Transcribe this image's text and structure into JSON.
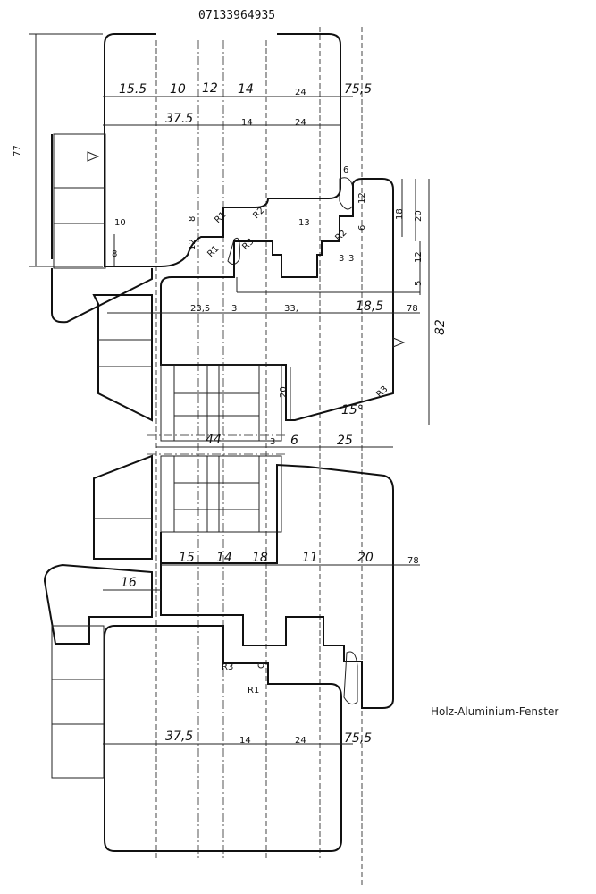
{
  "title": "Holz-Aluminium-Fenster",
  "phone_number": "07133964935",
  "dimensions": {
    "top_row1": [
      "15.5",
      "10",
      "12",
      "14",
      "24",
      "75,5"
    ],
    "top_row2": [
      "37.5",
      "14",
      "24"
    ],
    "overall_height": "77",
    "frame_small": [
      "10",
      "8",
      "8",
      "12",
      "6",
      "12",
      "18",
      "20",
      "6",
      "13",
      "3",
      "3",
      "12",
      "5"
    ],
    "middle_row": [
      "23,5",
      "3",
      "33,",
      "18,5",
      "78"
    ],
    "sash_height": "82",
    "sash_detail": [
      "20",
      "15°",
      "R3"
    ],
    "glass_row": [
      "44",
      "3",
      "6",
      "25"
    ],
    "lower_row": [
      "15",
      "14",
      "18",
      "11",
      "20",
      "78"
    ],
    "lower_offset": "16",
    "radii": [
      "R1",
      "R1",
      "R2",
      "R2",
      "R3",
      "R3",
      "R1"
    ],
    "bottom_row": [
      "37,5",
      "14",
      "24",
      "75,5"
    ]
  }
}
